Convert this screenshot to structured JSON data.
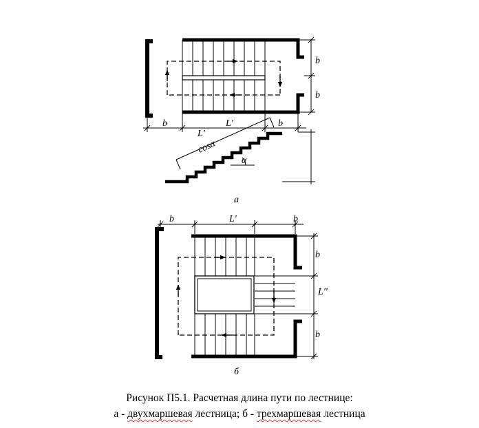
{
  "figure": {
    "panel_a": {
      "label": "а",
      "dims": {
        "b_left": "b",
        "l_prime_top": "L'",
        "b_right": "b",
        "b_top": "b",
        "b_bottom": "b"
      },
      "slope_label_num": "L'",
      "slope_label_den": "cosα",
      "angle_label": "α"
    },
    "panel_b": {
      "label": "б",
      "dims": {
        "b_left": "b",
        "l_prime_top": "L'",
        "b_right": "b",
        "b_top": "b",
        "l_double": "L''",
        "b_bottom": "b"
      }
    }
  },
  "caption": {
    "line1": "Рисунок П5.1. Расчетная длина пути по лестнице:",
    "line2_a": "а - ",
    "line2_w1": "двухмаршевая",
    "line2_mid": " лестница; б - ",
    "line2_w2": "трехмаршевая",
    "line2_end": " лестница"
  }
}
